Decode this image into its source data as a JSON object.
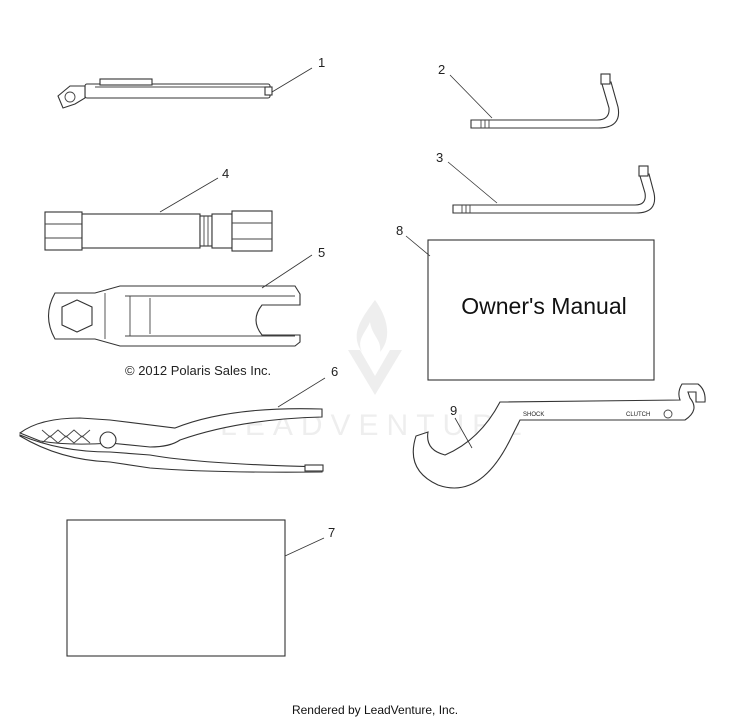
{
  "callouts": [
    "1",
    "2",
    "3",
    "4",
    "5",
    "6",
    "7",
    "8",
    "9"
  ],
  "manual_label": "Owner's Manual",
  "copyright": "© 2012 Polaris Sales Inc.",
  "watermark": "LEADVENTURE",
  "wrench_labels": {
    "shock": "SHOCK",
    "clutch": "CLUTCH"
  },
  "footer": "Rendered by LeadVenture, Inc."
}
